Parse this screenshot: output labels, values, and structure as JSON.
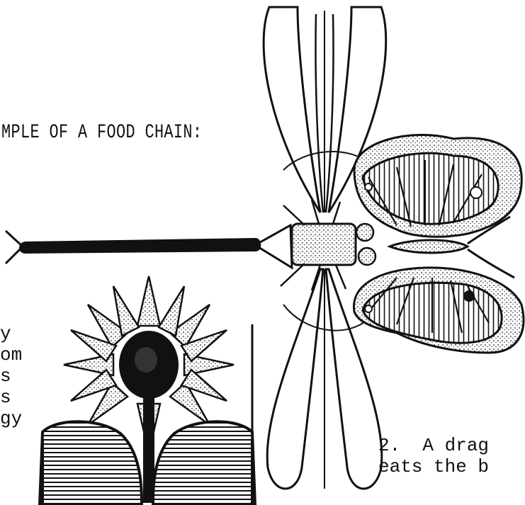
{
  "heading": "MPLE OF A FOOD CHAIN:",
  "left_text_lines": [
    "y",
    "om",
    "s",
    "s",
    "gy"
  ],
  "caption_lines": [
    "2.  A drag",
    "eats the b"
  ],
  "illustrations": {
    "dragonfly": "dragonfly-illustration",
    "butterfly": "butterfly-illustration",
    "flower": "flower-illustration"
  }
}
